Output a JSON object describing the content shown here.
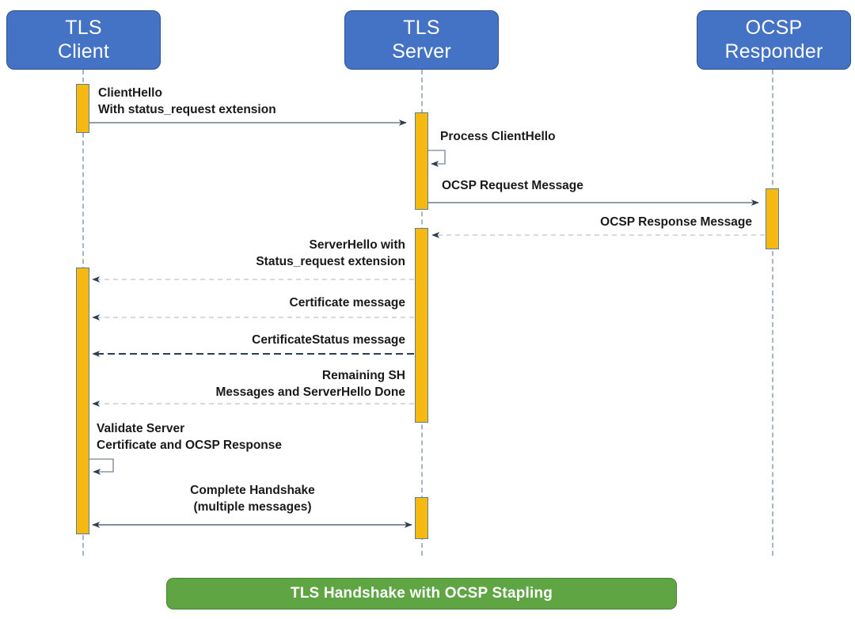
{
  "diagram": {
    "title": "TLS Handshake with OCSP Stapling",
    "colors": {
      "participant_fill": "#4472C4",
      "participant_border": "#2F528F",
      "participant_text": "#FFFFFF",
      "activation_fill": "#F5B912",
      "activation_border": "#5B7F95",
      "lifeline": "#A6B6C8",
      "arrow_solid": "#5A6A7A",
      "arrow_dashed_light": "#C9CED6",
      "arrow_dashed_dark": "#2E3D52",
      "arrowhead": "#2E3D52",
      "banner_fill": "#5FA544",
      "banner_text": "#FFFFFF",
      "label_text": "#1A1A1A"
    }
  },
  "participants": [
    {
      "id": "client",
      "name": "tls-client",
      "line1": "TLS",
      "line2": "Client"
    },
    {
      "id": "server",
      "name": "tls-server",
      "line1": "TLS",
      "line2": "Server"
    },
    {
      "id": "responder",
      "name": "ocsp-responder",
      "line1": "OCSP",
      "line2": "Responder"
    }
  ],
  "messages": [
    {
      "id": "m1",
      "name": "client-hello",
      "from": "client",
      "to": "server",
      "style": "solid",
      "direction": "right",
      "label": "ClientHello\nWith status_request extension",
      "align": "left"
    },
    {
      "id": "m2",
      "name": "process-client-hello",
      "from": "server",
      "to": "server",
      "style": "self-loop",
      "direction": "self",
      "label": "Process ClientHello",
      "align": "left"
    },
    {
      "id": "m3",
      "name": "ocsp-request-message",
      "from": "server",
      "to": "responder",
      "style": "solid",
      "direction": "right",
      "label": "OCSP Request Message",
      "align": "left"
    },
    {
      "id": "m4",
      "name": "ocsp-response-message",
      "from": "responder",
      "to": "server",
      "style": "dashed-light",
      "direction": "left",
      "label": "OCSP Response Message",
      "align": "right"
    },
    {
      "id": "m5",
      "name": "server-hello-with-status-request",
      "from": "server",
      "to": "client",
      "style": "dashed-light",
      "direction": "left",
      "label": "ServerHello with\nStatus_request extension",
      "align": "right"
    },
    {
      "id": "m6",
      "name": "certificate-message",
      "from": "server",
      "to": "client",
      "style": "dashed-light",
      "direction": "left",
      "label": "Certificate message",
      "align": "right"
    },
    {
      "id": "m7",
      "name": "certificate-status-message",
      "from": "server",
      "to": "client",
      "style": "dashed-dark",
      "direction": "left",
      "label": "CertificateStatus message",
      "align": "right"
    },
    {
      "id": "m8",
      "name": "remaining-sh-messages",
      "from": "server",
      "to": "client",
      "style": "dashed-light",
      "direction": "left",
      "label": "Remaining SH\nMessages and ServerHello Done",
      "align": "right"
    },
    {
      "id": "m9",
      "name": "validate-server-certificate",
      "from": "client",
      "to": "client",
      "style": "self-loop",
      "direction": "self",
      "label": "Validate Server\nCertificate and OCSP Response",
      "align": "left"
    },
    {
      "id": "m10",
      "name": "complete-handshake",
      "from": "client",
      "to": "server",
      "style": "solid",
      "direction": "both",
      "label": "Complete Handshake\n(multiple messages)",
      "align": "center"
    }
  ],
  "footer": {
    "label": "TLS Handshake with OCSP Stapling"
  }
}
